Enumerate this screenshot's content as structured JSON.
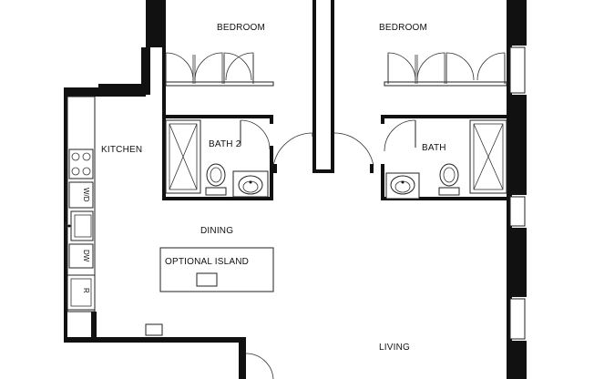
{
  "rooms": {
    "bedroom_left": "BEDROOM",
    "bedroom_right": "BEDROOM",
    "kitchen": "KITCHEN",
    "bath2": "BATH 2",
    "bath": "BATH",
    "dining": "DINING",
    "optional_island": "OPTIONAL ISLAND",
    "living": "LIVING"
  },
  "fixtures": {
    "washer_dryer": "W/D",
    "dishwasher": "DW",
    "refrigerator": "R"
  },
  "colors": {
    "wall": "#111111",
    "background": "#ffffff"
  }
}
